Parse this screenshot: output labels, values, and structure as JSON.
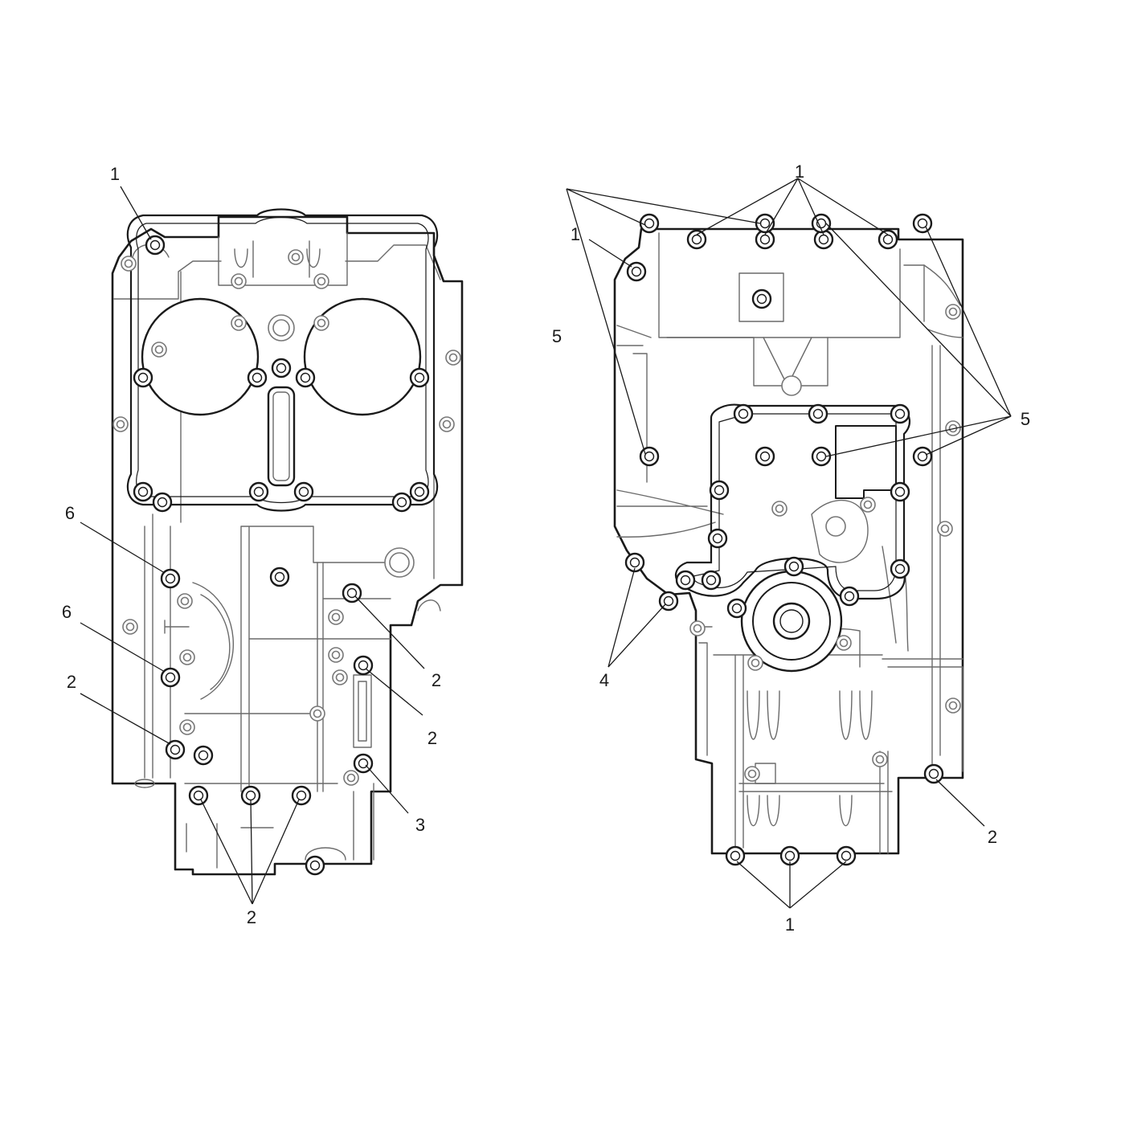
{
  "figure": {
    "left_view": {
      "callouts": [
        {
          "id": "l-1",
          "label": "1"
        },
        {
          "id": "l-6a",
          "label": "6"
        },
        {
          "id": "l-6b",
          "label": "6"
        },
        {
          "id": "l-2a",
          "label": "2"
        },
        {
          "id": "l-2b",
          "label": "2"
        },
        {
          "id": "l-2c",
          "label": "2"
        },
        {
          "id": "l-3",
          "label": "3"
        },
        {
          "id": "l-2d",
          "label": "2"
        }
      ]
    },
    "right_view": {
      "callouts": [
        {
          "id": "r-1a",
          "label": "1"
        },
        {
          "id": "r-1b",
          "label": "1"
        },
        {
          "id": "r-5a",
          "label": "5"
        },
        {
          "id": "r-5b",
          "label": "5"
        },
        {
          "id": "r-4",
          "label": "4"
        },
        {
          "id": "r-2",
          "label": "2"
        },
        {
          "id": "r-1c",
          "label": "1"
        }
      ]
    }
  }
}
